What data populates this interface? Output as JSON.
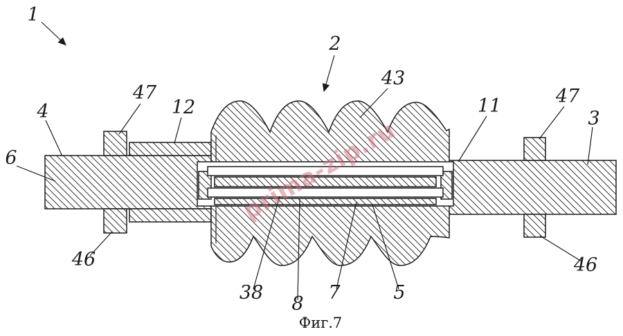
{
  "figure": {
    "type": "patent-drawing",
    "caption": "Фиг.7",
    "watermark": "prima-zip.ru",
    "line_color": "#1a1a1a",
    "watermark_color": "#d56b78",
    "background_color": "#ffffff"
  },
  "reference_numerals": {
    "n1": "1",
    "n2": "2",
    "n3": "3",
    "n4": "4",
    "n5": "5",
    "n6": "6",
    "n7": "7",
    "n8": "8",
    "n11": "11",
    "n12": "12",
    "n38": "38",
    "n43": "43",
    "n46_left": "46",
    "n46_right": "46",
    "n47_left": "47",
    "n47_right": "47"
  }
}
